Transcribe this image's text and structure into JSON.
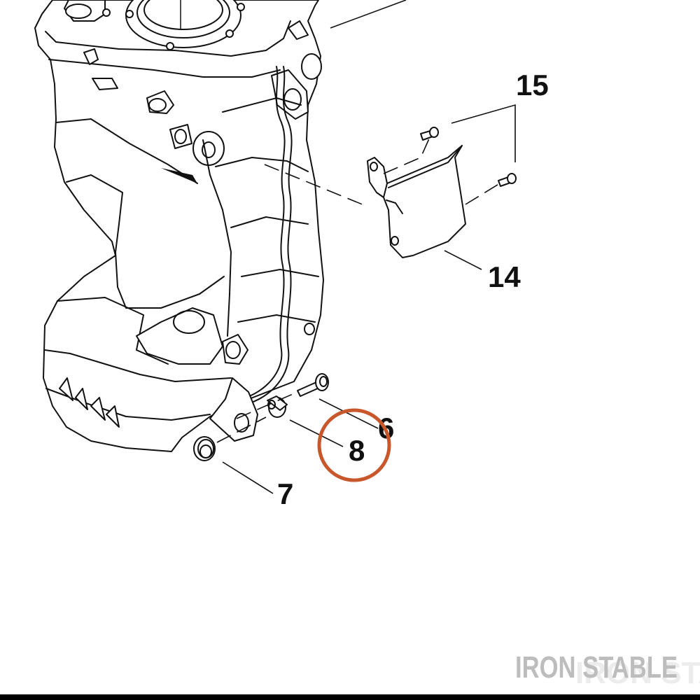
{
  "callouts": {
    "c15": "15",
    "c14": "14",
    "c6": "6",
    "c8": "8",
    "c7": "7"
  },
  "highlight": {
    "target": "8",
    "color": "#c8582b"
  },
  "watermark": {
    "text": "IRON STABLE"
  }
}
